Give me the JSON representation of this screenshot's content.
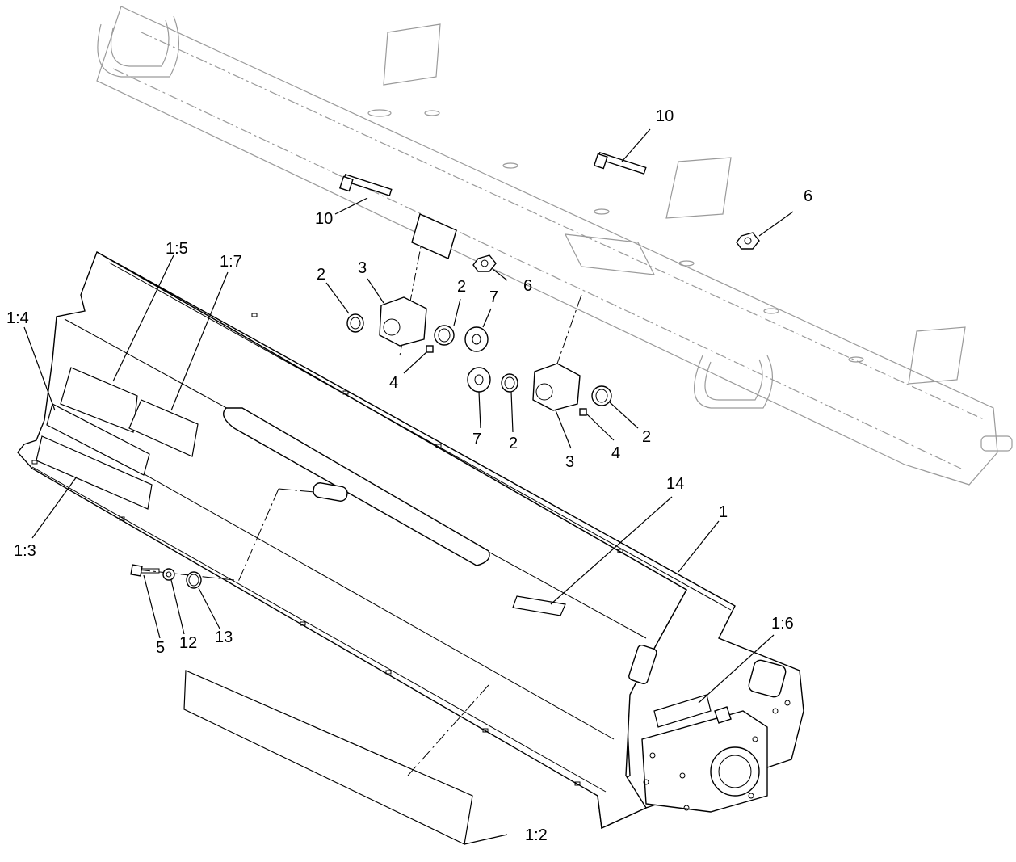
{
  "callouts": {
    "c1": "1",
    "c1_2": "1:2",
    "c1_3": "1:3",
    "c1_4": "1:4",
    "c1_5": "1:5",
    "c1_6": "1:6",
    "c1_7": "1:7",
    "c2a": "2",
    "c2b": "2",
    "c2c": "2",
    "c2d": "2",
    "c3a": "3",
    "c3b": "3",
    "c4a": "4",
    "c4b": "4",
    "c5": "5",
    "c6a": "6",
    "c6b": "6",
    "c7a": "7",
    "c7b": "7",
    "c10a": "10",
    "c10b": "10",
    "c12": "12",
    "c13": "13",
    "c14": "14"
  }
}
